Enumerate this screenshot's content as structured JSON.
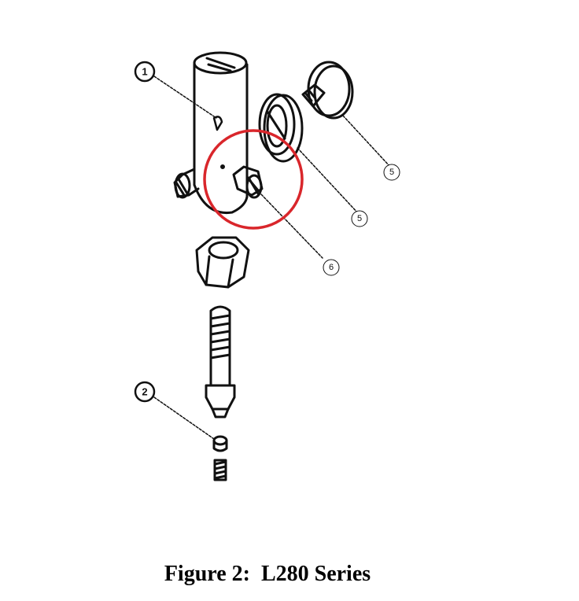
{
  "figure": {
    "caption": "Figure 2:  L280 Series",
    "callouts": [
      {
        "id": "callout-1",
        "label": "1"
      },
      {
        "id": "callout-2",
        "label": "2"
      },
      {
        "id": "callout-5a",
        "label": "5"
      },
      {
        "id": "callout-5b",
        "label": "5"
      },
      {
        "id": "callout-6",
        "label": "6"
      }
    ],
    "highlight_color": "#d9262b"
  }
}
